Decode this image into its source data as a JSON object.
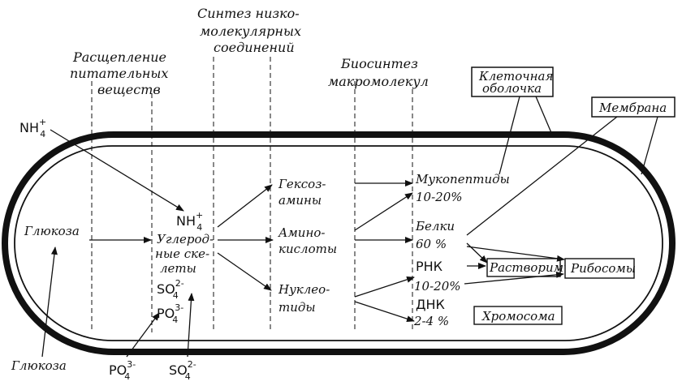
{
  "headers": {
    "breakdown": [
      "Расщепление",
      "питательных",
      "веществ"
    ],
    "synthesis_low": [
      "Синтез низко-",
      "молекулярных",
      "соединений"
    ],
    "biosynthesis": [
      "Биосинтез",
      "макромолекул"
    ]
  },
  "labels": {
    "cell_wall": [
      "Клеточная",
      "оболочка"
    ],
    "membrane": "Мембрана",
    "glucose_outside": "Глюкоза",
    "glucose_inside": "Глюкоза",
    "hexosamines": [
      "Гексоз-",
      "амины"
    ],
    "amino_acids": [
      "Амино-",
      "кислоты"
    ],
    "nucleotides": [
      "Нуклео-",
      "тиды"
    ],
    "mucopeptides": [
      "Мукопептиды",
      "10-20%"
    ],
    "proteins": [
      "Белки",
      "60 %"
    ],
    "rna": [
      "РНК",
      "10-20%"
    ],
    "dna": [
      "ДНК",
      "2-4 %"
    ],
    "soluble": "Растворимые",
    "ribosomes": "Рибосомы",
    "chromosome": "Хромосома",
    "carbon_skeletons": [
      "Углерод-",
      "ные ске-",
      "леты"
    ]
  },
  "chem": {
    "nh4": {
      "base": "NH",
      "sub": "4",
      "sup": "+"
    },
    "so4": {
      "base": "SO",
      "sub": "4",
      "sup": "2-"
    },
    "po4": {
      "base": "PO",
      "sub": "4",
      "sup": "3-"
    }
  }
}
